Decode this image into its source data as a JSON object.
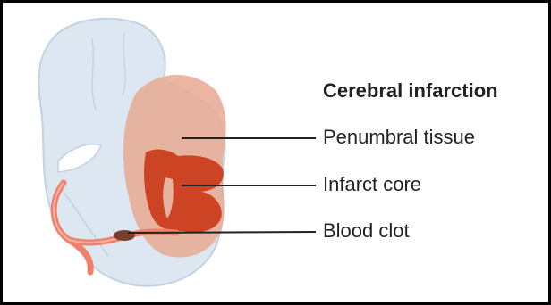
{
  "diagram": {
    "title": "Cerebral infarction",
    "labels": {
      "penumbra": "Penumbral tissue",
      "core": "Infarct core",
      "clot": "Blood clot"
    }
  },
  "colors": {
    "brain": "#dde7f1",
    "brain_outline": "#c3d2e2",
    "penumbra": "#e8ad98",
    "core": "#cc4424",
    "artery": "#ef8069",
    "clot": "#7a3e2e",
    "leader": "#222222"
  }
}
